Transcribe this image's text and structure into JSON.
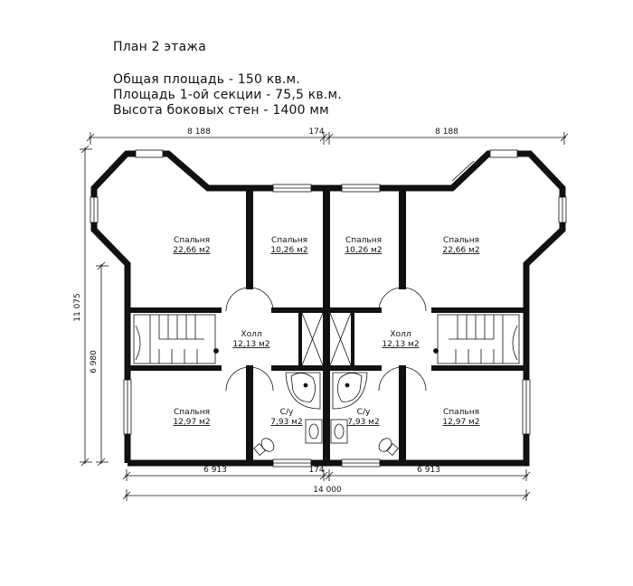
{
  "header": {
    "title": "План 2 этажа",
    "total_area": "Общая площадь - 150 кв.м.",
    "section_area": "Площадь 1-ой секции - 75,5 кв.м.",
    "wall_height": "Высота боковых стен  - 1400 мм"
  },
  "dimensions": {
    "top_left": "8 188",
    "top_mid": "174",
    "top_right": "8 188",
    "bottom_left": "6 913",
    "bottom_mid": "174",
    "bottom_right": "6 913",
    "total_width": "14 000",
    "total_height": "11 075",
    "side_height": "6 980"
  },
  "rooms": [
    {
      "name": "Спальня",
      "area": "22,66 м2"
    },
    {
      "name": "Спальня",
      "area": "10,26 м2"
    },
    {
      "name": "Спальня",
      "area": "10,26 м2"
    },
    {
      "name": "Спальня",
      "area": "22,66 м2"
    },
    {
      "name": "Холл",
      "area": "12,13 м2"
    },
    {
      "name": "Холл",
      "area": "12,13 м2"
    },
    {
      "name": "Спальня",
      "area": "12,97 м2"
    },
    {
      "name": "С/у",
      "area": "7,93 м2"
    },
    {
      "name": "С/у",
      "area": "7,93 м2"
    },
    {
      "name": "Спальня",
      "area": "12,97 м2"
    }
  ]
}
